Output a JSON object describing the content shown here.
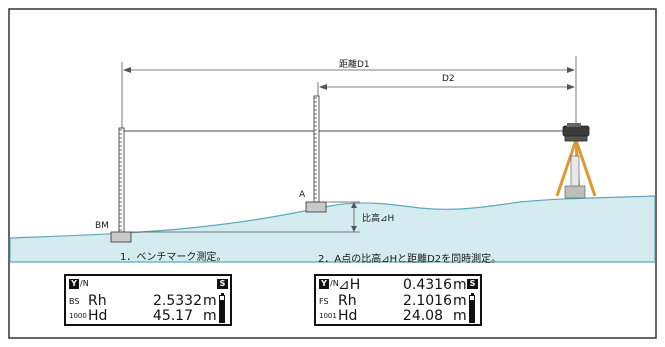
{
  "labels": {
    "distance_d1": "距離D1",
    "distance_d2": "D2",
    "point_a": "A",
    "point_bm": "BM",
    "height_diff": "比高⊿H"
  },
  "captions": {
    "step1": "1．ベンチマーク測定。",
    "step2": "2．A点の比高⊿Hと距離D2を同時測定。"
  },
  "display1": {
    "top_badge": "Y",
    "top_tag": "/N",
    "mode_badge": "S",
    "row1_tag": "BS",
    "row1_name": "Rh",
    "row1_value": "2.5332",
    "row1_unit": "m",
    "row2_tag": "1000",
    "row2_name": "Hd",
    "row2_value": "45.17",
    "row2_unit": "m",
    "battery_level": 0.85
  },
  "display2": {
    "top_badge": "Y",
    "top_tag": "/N",
    "row0_name": "⊿H",
    "row0_value": "0.4316",
    "row0_unit": "m",
    "mode_badge": "S",
    "row1_tag": "FS",
    "row1_name": "Rh",
    "row1_value": "2.1016",
    "row1_unit": "m",
    "row2_tag": "1001",
    "row2_name": "Hd",
    "row2_value": "24.08",
    "row2_unit": "m",
    "battery_level": 0.85
  },
  "colors": {
    "ground_fill": "#d4ebef",
    "ground_line": "#5fa9b8",
    "staff": "#333333",
    "tripod": "#d99a3a",
    "frame": "#333333"
  }
}
